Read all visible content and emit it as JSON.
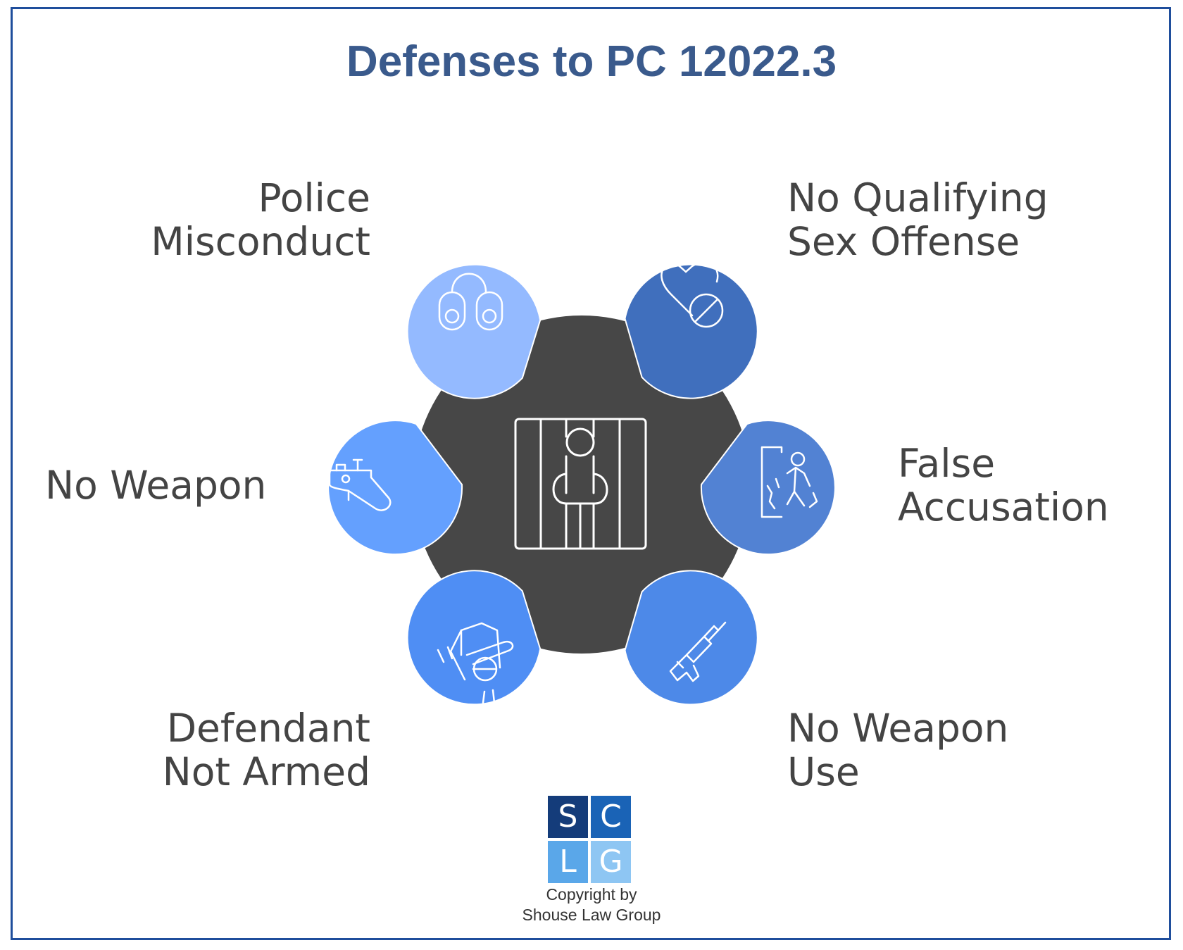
{
  "title": "Defenses to PC 12022.3",
  "defenses": [
    {
      "line1": "Police",
      "line2": "Misconduct",
      "icon": "handcuffs-icon",
      "color": "#94baff"
    },
    {
      "line1": "No Qualifying",
      "line2": "Sex Offense",
      "icon": "heart-prohibited-icon",
      "color": "#406fbd"
    },
    {
      "line1": "No Weapon",
      "line2": "",
      "icon": "whistle-icon",
      "color": "#64a0fe"
    },
    {
      "line1": "False",
      "line2": "Accusation",
      "icon": "confrontation-icon",
      "color": "#5282d3"
    },
    {
      "line1": "Defendant",
      "line2": "Not Armed",
      "icon": "raised-arm-icon",
      "color": "#4f8ef4"
    },
    {
      "line1": "No Weapon",
      "line2": "Use",
      "icon": "gun-icon",
      "color": "#4d89e8"
    }
  ],
  "center": {
    "icon": "prisoner-behind-bars-icon",
    "color": "#474747"
  },
  "logo": {
    "letters": [
      "S",
      "C",
      "L",
      "G"
    ],
    "colors": [
      "#143c7a",
      "#1a63b6",
      "#5aa7e9",
      "#8ec6f3"
    ]
  },
  "copyright": {
    "line1": "Copyright by",
    "line2": "Shouse Law Group"
  }
}
